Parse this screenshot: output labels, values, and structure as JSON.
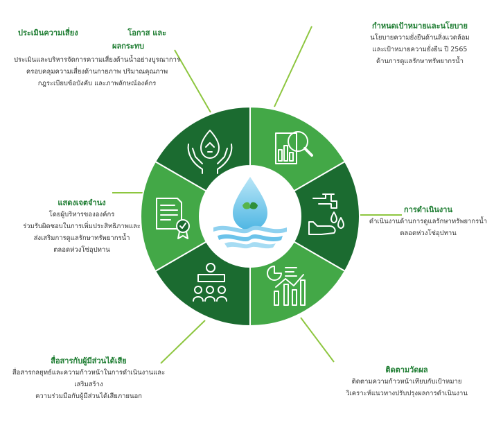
{
  "colors": {
    "dark_green": "#1b6b30",
    "mid_green": "#43a847",
    "light_green": "#77b943",
    "title_green": "#1e7d32",
    "connector": "#8dc63f",
    "water_blue": "#8fd1ef"
  },
  "segments": [
    {
      "name": "environment-hands-icon",
      "fill": "mid"
    },
    {
      "name": "policy-magnifier-icon",
      "fill": "dark"
    },
    {
      "name": "water-tap-hand-icon",
      "fill": "mid"
    },
    {
      "name": "chart-monitoring-icon",
      "fill": "dark"
    },
    {
      "name": "stakeholder-meeting-icon",
      "fill": "mid"
    },
    {
      "name": "certificate-document-icon",
      "fill": "dark"
    }
  ],
  "blocks": {
    "risk": {
      "title_a": "ประเมินความเสี่ยง",
      "title_b": "โอกาส และ",
      "title_c": "ผลกระทบ",
      "lines": [
        "ประเมินและบริหารจัดการความเสี่ยงด้านน้ำอย่างบูรณาการ",
        "ครอบคลุมความเสี่ยงด้านกายภาพ ปริมาณคุณภาพ",
        "กฎระเบียบข้อบังคับ และภาพลักษณ์องค์กร"
      ]
    },
    "policy": {
      "title": "กำหนดเป้าหมายและนโยบาย",
      "lines": [
        "นโยบายความยั่งยืนด้านสิ่งแวดล้อม",
        "และเป้าหมายความยั่งยืน ปี 2565",
        "ด้านการดูแลรักษาทรัพยากรน้ำ"
      ]
    },
    "operation": {
      "title": "การดำเนินงาน",
      "lines": [
        "ดำเนินงานด้านการดูแลรักษาทรัพยากรน้ำ",
        "ตลอดห่วงโซ่อุปทาน"
      ]
    },
    "monitor": {
      "title": "ติดตามวัดผล",
      "lines": [
        "ติดตามความก้าวหน้าเทียบกับเป้าหมาย",
        "วิเคราะห์แนวทางปรับปรุงผลการดำเนินงาน"
      ]
    },
    "stakeholder": {
      "title": "สื่อสารกับผู้มีส่วนได้เสีย",
      "lines": [
        "สื่อสารกลยุทธ์และความก้าวหน้าในการดำเนินงานและ",
        "เสริมสร้าง",
        "ความร่วมมือกับผู้มีส่วนได้เสียภายนอก"
      ]
    },
    "accountability": {
      "title": "แสดงเจตจำนง",
      "lines": [
        "โดยผู้บริหารขององค์กร",
        "ร่วมรับผิดชอบในการเพิ่มประสิทธิภาพและ",
        "ส่งเสริมการดูแลรักษาทรัพยากรน้ำ",
        "ตลอดห่วงโซ่อุปทาน"
      ]
    }
  }
}
